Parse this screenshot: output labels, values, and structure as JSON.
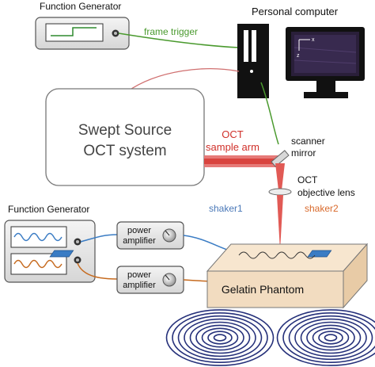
{
  "labels": {
    "fg_top": "Function Generator",
    "frame_trigger": "frame trigger",
    "pc": "Personal computer",
    "oct_line1": "Swept Source",
    "oct_line2": "OCT system",
    "sample_arm_line1": "OCT",
    "sample_arm_line2": "sample arm",
    "scanner_line1": "scanner",
    "scanner_line2": "mirror",
    "objective_line1": "OCT",
    "objective_line2": "objective lens",
    "shaker1": "shaker1",
    "shaker2": "shaker2",
    "fg_left": "Function Generator",
    "amp1_line1": "power",
    "amp1_line2": "amplifier",
    "amp2_line1": "power",
    "amp2_line2": "amplifier",
    "phantom": "Gelatin Phantom",
    "axis_x": "x",
    "axis_z": "z"
  },
  "colors": {
    "frame_trigger": "#4a9a2e",
    "oct_beam": "#e0443c",
    "sample_arm_text": "#d0302a",
    "shaker1_text": "#4a78b8",
    "shaker2_text": "#d96a2c",
    "blue_signal": "#3a7cc4",
    "orange_signal": "#c66a1e",
    "phantom_fill": "#f2dcc0",
    "waves": "#25307a"
  }
}
